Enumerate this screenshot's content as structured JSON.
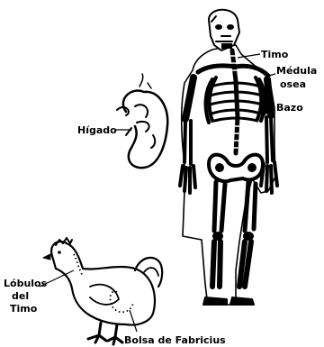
{
  "labels": {
    "timo": "Timo",
    "medula_line1": "Médula",
    "medula_line2": "osea",
    "bazo": "Bazo",
    "higado": "Hígado",
    "lobulos_line1": "Lóbulos",
    "lobulos_line2": "del",
    "lobulos_line3": "Timo",
    "bolsa": "Bolsa de Fabricius"
  },
  "colors": {
    "ink": "#000000",
    "paper": "#ffffff"
  }
}
